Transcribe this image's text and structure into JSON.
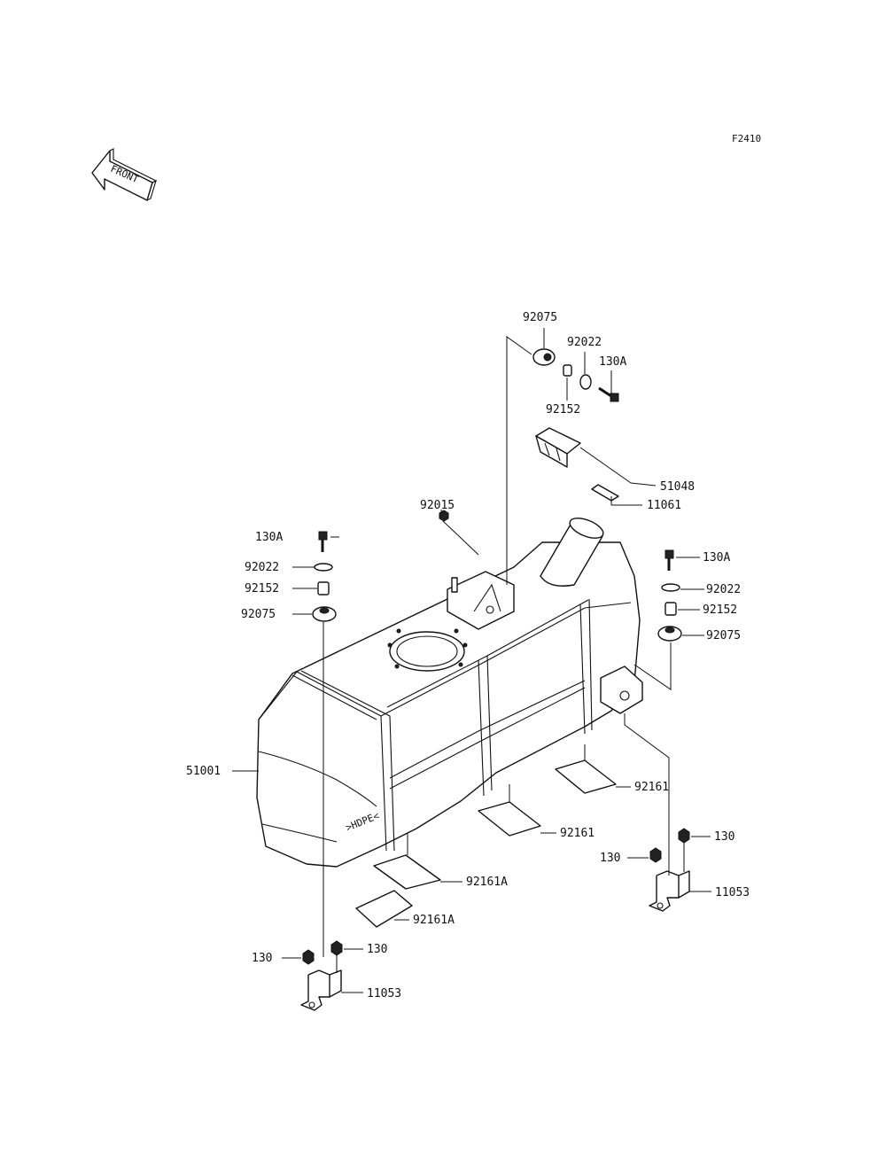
{
  "figure_code": "F2410",
  "front_arrow_text": "FRONT",
  "callouts": [
    {
      "id": "c1",
      "text": "92075"
    },
    {
      "id": "c2",
      "text": "92022"
    },
    {
      "id": "c3",
      "text": "130A"
    },
    {
      "id": "c4",
      "text": "92152"
    },
    {
      "id": "c5",
      "text": "51048"
    },
    {
      "id": "c6",
      "text": "11061"
    },
    {
      "id": "c7",
      "text": "92015"
    },
    {
      "id": "c8",
      "text": "130A"
    },
    {
      "id": "c9",
      "text": "92022"
    },
    {
      "id": "c10",
      "text": "92152"
    },
    {
      "id": "c11",
      "text": "92075"
    },
    {
      "id": "c12",
      "text": "130A"
    },
    {
      "id": "c13",
      "text": "92022"
    },
    {
      "id": "c14",
      "text": "92152"
    },
    {
      "id": "c15",
      "text": "92075"
    },
    {
      "id": "c16",
      "text": "51001"
    },
    {
      "id": "c17",
      "text": "92161"
    },
    {
      "id": "c18",
      "text": "92161"
    },
    {
      "id": "c19",
      "text": "92161A"
    },
    {
      "id": "c20",
      "text": "92161A"
    },
    {
      "id": "c21",
      "text": "130"
    },
    {
      "id": "c22",
      "text": "130"
    },
    {
      "id": "c23",
      "text": "11053"
    },
    {
      "id": "c24",
      "text": "130"
    },
    {
      "id": "c25",
      "text": "130"
    },
    {
      "id": "c26",
      "text": "11053"
    }
  ]
}
